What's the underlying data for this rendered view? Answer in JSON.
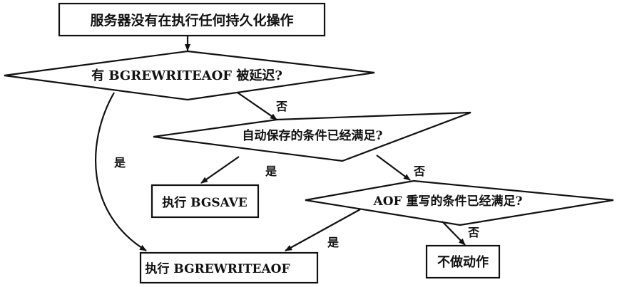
{
  "nodes": {
    "start": "服务器没有在执行任何持久化操作",
    "decision_delayed": "有 BGREWRITEAOF 被延迟?",
    "decision_save": "自动保存的条件已经满足?",
    "action_bgsave": "执行 BGSAVE",
    "decision_aof": "AOF 重写的条件已经满足?",
    "action_bgrewriteaof": "执行 BGREWRITEAOF",
    "action_none": "不做动作"
  },
  "edge_labels": {
    "yes": "是",
    "no": "否"
  },
  "colors": {
    "line": "#111111",
    "background": "#ffffff"
  }
}
